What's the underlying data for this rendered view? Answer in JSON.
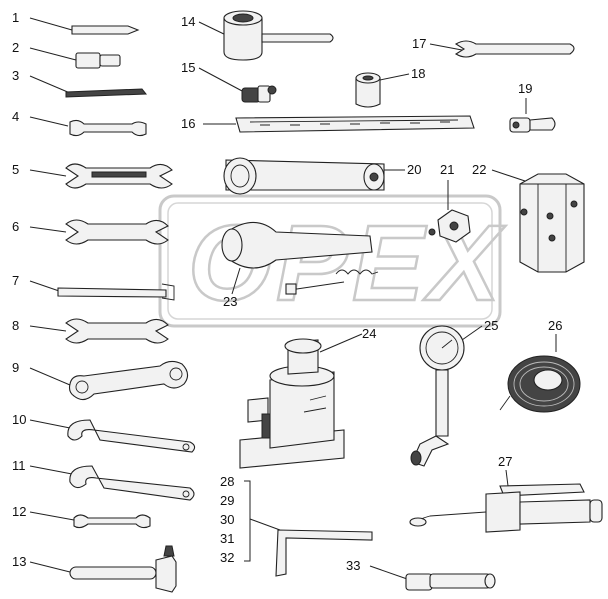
{
  "watermark": {
    "text": "OPEX"
  },
  "labels": {
    "l1": "1",
    "l2": "2",
    "l3": "3",
    "l4": "4",
    "l5": "5",
    "l6": "6",
    "l7": "7",
    "l8": "8",
    "l9": "9",
    "l10": "10",
    "l11": "11",
    "l12": "12",
    "l13": "13",
    "l14": "14",
    "l15": "15",
    "l16": "16",
    "l17": "17",
    "l18": "18",
    "l19": "19",
    "l20": "20",
    "l21": "21",
    "l22": "22",
    "l23": "23",
    "l24": "24",
    "l25": "25",
    "l26": "26",
    "l27": "27",
    "l28": "28",
    "l29": "29",
    "l30": "30",
    "l31": "31",
    "l32": "32",
    "l33": "33"
  }
}
